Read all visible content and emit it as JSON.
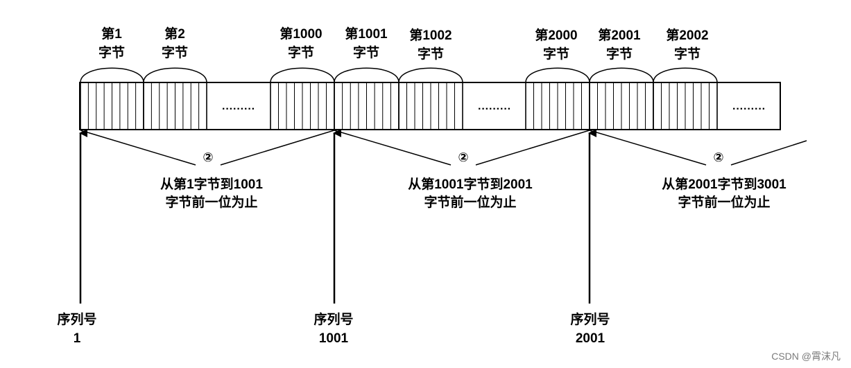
{
  "byte_labels": [
    [
      "第1",
      "字节"
    ],
    [
      "第2",
      "字节"
    ],
    [
      "第1000",
      "字节"
    ],
    [
      "第1001",
      "字节"
    ],
    [
      "第1002",
      "字节"
    ],
    [
      "第2000",
      "字节"
    ],
    [
      "第2001",
      "字节"
    ],
    [
      "第2002",
      "字节"
    ]
  ],
  "ellipsis": "·········",
  "circle_marker": "②",
  "ranges": [
    [
      "从第1字节到1001",
      "字节前一位为止"
    ],
    [
      "从第1001字节到2001",
      "字节前一位为止"
    ],
    [
      "从第2001字节到3001",
      "字节前一位为止"
    ]
  ],
  "sequence_numbers": [
    [
      "序列号",
      "1"
    ],
    [
      "序列号",
      "1001"
    ],
    [
      "序列号",
      "2001"
    ]
  ],
  "watermark": "CSDN @霄沫凡"
}
